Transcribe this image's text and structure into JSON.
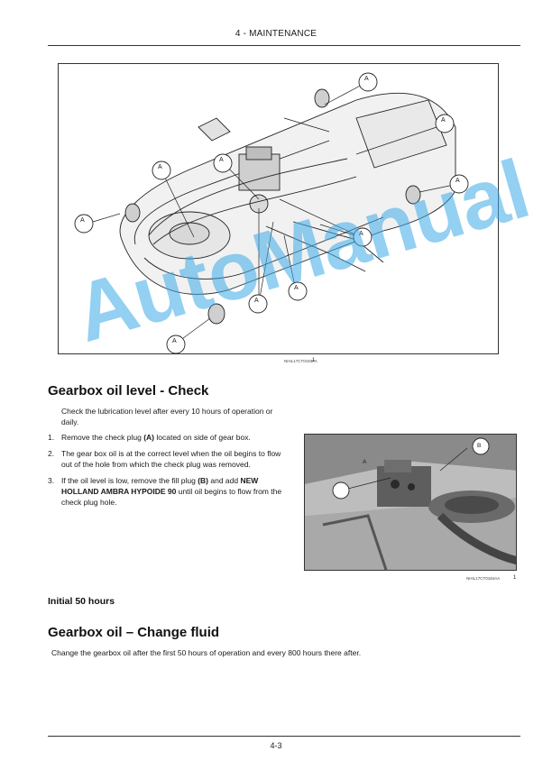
{
  "header": {
    "title": "4 - MAINTENANCE"
  },
  "figure1": {
    "ref": "NHIL17CT0193FA",
    "number": "1",
    "callout": "A"
  },
  "section1": {
    "title": "Gearbox oil level - Check",
    "intro": "Check the lubrication level after every 10 hours of operation or daily.",
    "steps": [
      {
        "num": "1.",
        "pre": "Remove the check plug ",
        "bold": "(A)",
        "post": " located on side of gear box."
      },
      {
        "num": "2.",
        "pre": "The gear box oil is at the correct level when the oil begins to flow out of the hole from which the check plug was removed.",
        "bold": "",
        "post": ""
      },
      {
        "num": "3.",
        "pre": "If the oil level is low, remove the fill plug ",
        "bold": "(B)",
        "mid": " and add ",
        "bold2": "NEW HOLLAND AMBRA HYPOIDE 90",
        "post": " until oil begins to flow from the check plug hole."
      }
    ]
  },
  "figure2": {
    "ref": "NHIL17CT0184AA",
    "number": "1",
    "callout_a": "A",
    "callout_b": "B"
  },
  "subheading": {
    "text": "Initial 50 hours"
  },
  "section2": {
    "title": "Gearbox oil – Change fluid",
    "body": "Change the gearbox oil after the first 50 hours of operation and every 800 hours there after."
  },
  "footer": {
    "page": "4-3"
  },
  "watermark": {
    "text": "AutoManual",
    "color": "#3aaae8"
  }
}
